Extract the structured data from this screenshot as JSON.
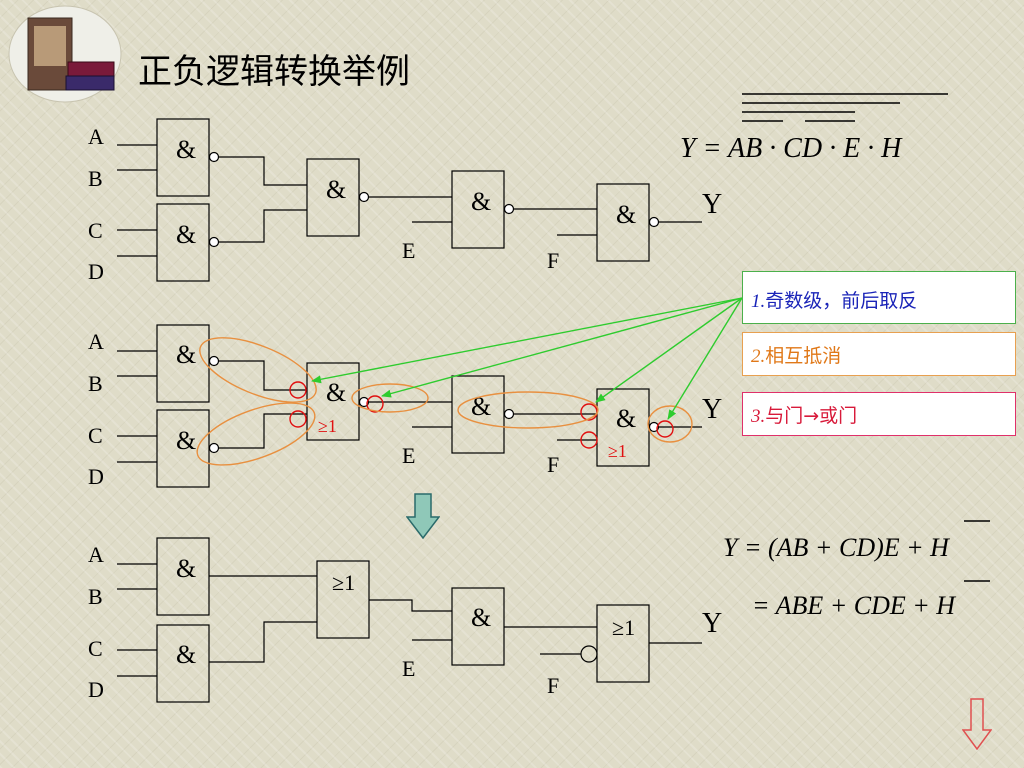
{
  "title": "正负逻辑转换举例",
  "labels": {
    "A": "A",
    "B": "B",
    "C": "C",
    "D": "D",
    "E": "E",
    "F": "F",
    "Y": "Y"
  },
  "gates": {
    "and": "&",
    "or": "≥1"
  },
  "formula_top": "Y = AB · CD · E · H",
  "formula_bottom_1": "Y = (AB + CD)E + H",
  "formula_bottom_2": "= ABE + CDE + H",
  "notes": {
    "n1_num": "1.",
    "n1_text": "奇数级，前后取反",
    "n2_num": "2.",
    "n2_text": "相互抵消",
    "n3_num": "3.",
    "n3_text": "与门→或门"
  },
  "colors": {
    "green": "#2ecc2e",
    "orange": "#e89040",
    "red": "#e01010",
    "blue": "#1a24b8",
    "arrow_fill": "#8fc8b8"
  }
}
